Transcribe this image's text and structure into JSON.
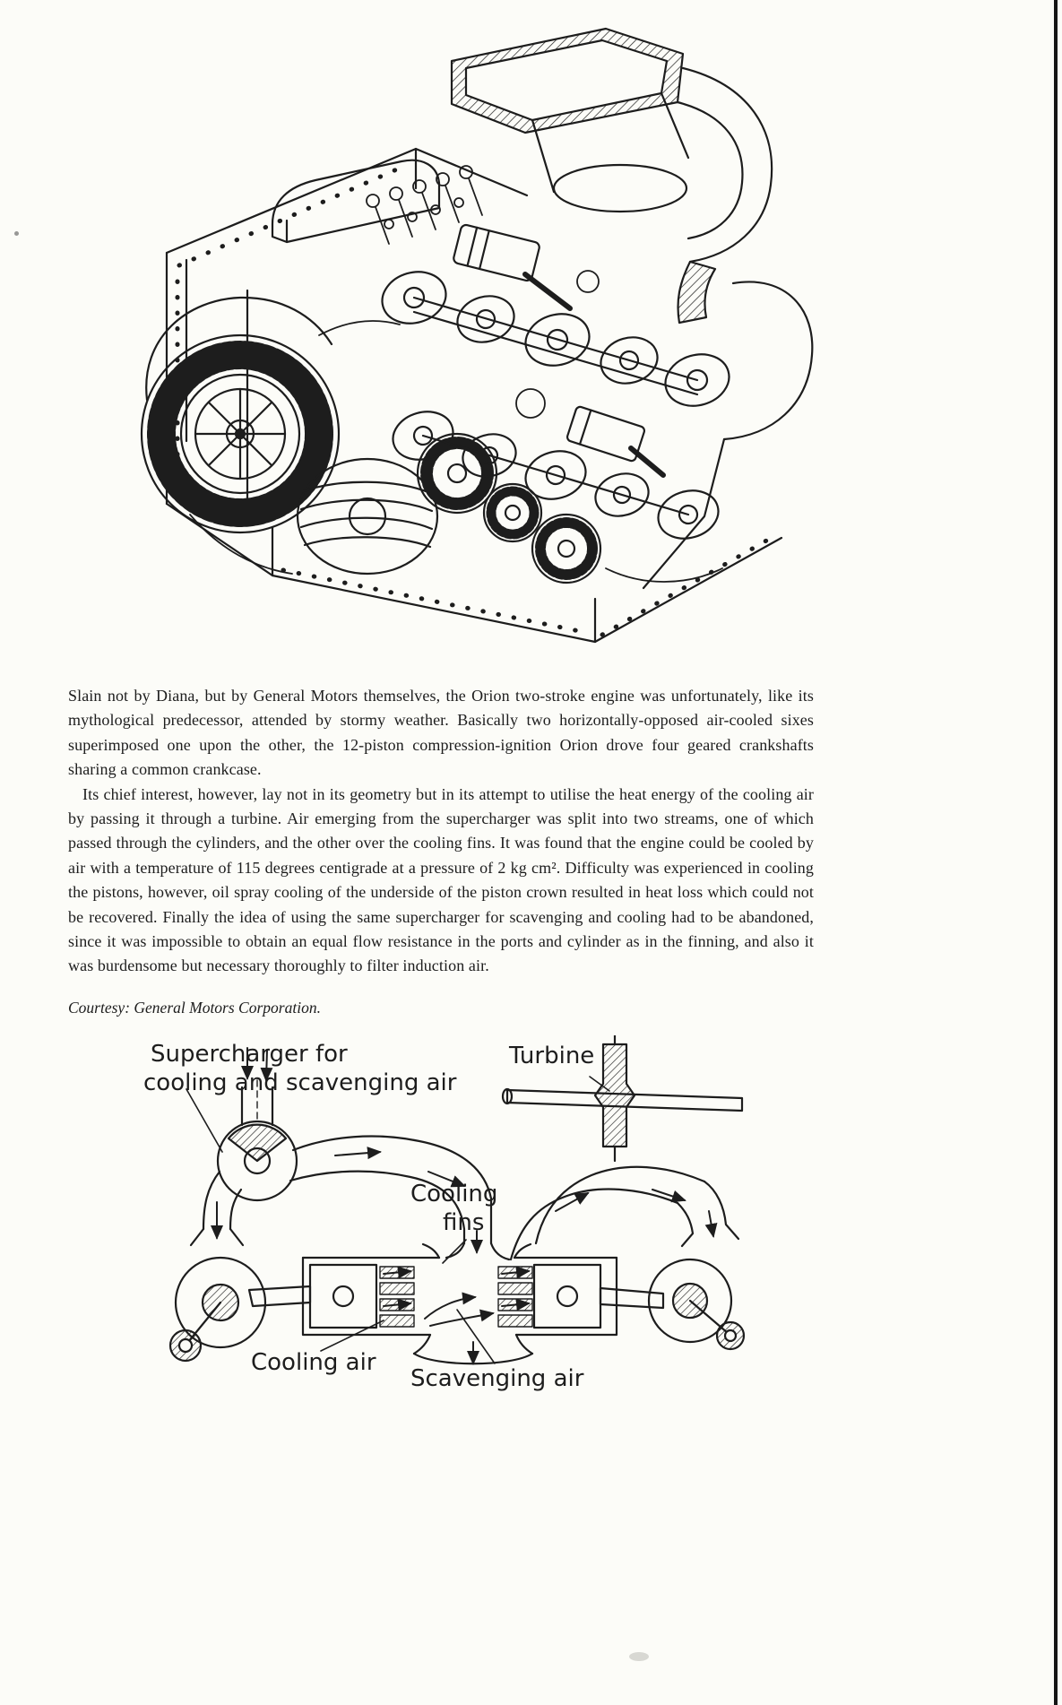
{
  "page": {
    "paper_color": "#fcfcf8",
    "ink_color": "#1d1d1d"
  },
  "article": {
    "paragraph1": "Slain not by Diana, but by General Motors themselves, the Orion two-stroke engine was unfortunately, like its mythological predecessor, attended by stormy weather. Basically two horizontally-opposed air-cooled sixes superimposed one upon the other, the 12-piston compression-ignition Orion drove four geared crankshafts sharing a common crankcase.",
    "paragraph2": "Its chief interest, however, lay not in its geometry but in its attempt to utilise the heat energy of the cooling air by passing it through a turbine. Air emerging from the supercharger was split into two streams, one of which passed through the cylinders, and the other over the cooling fins. It was found that the engine could be cooled by air with a temperature of 115 degrees centigrade at a pressure of 2 kg cm². Difficulty was experienced in cooling the pistons, however, oil spray cooling of the underside of the piston crown resulted in heat loss which could not be recovered. Finally the idea of using the same supercharger for scavenging and cooling had to be abandoned, since it was impossible to obtain an equal flow resistance in the ports and cylinder as in the finning, and also it was burdensome but necessary thoroughly to filter induction air.",
    "courtesy": "Courtesy: General Motors Corporation."
  },
  "schematic": {
    "labels": {
      "supercharger_line1": "Supercharger for",
      "supercharger_line2": "cooling and scavenging air",
      "turbine": "Turbine",
      "cooling_fins_line1": "Cooling",
      "cooling_fins_line2": "fins",
      "cooling_air": "Cooling air",
      "scavenging_air": "Scavenging air"
    }
  }
}
